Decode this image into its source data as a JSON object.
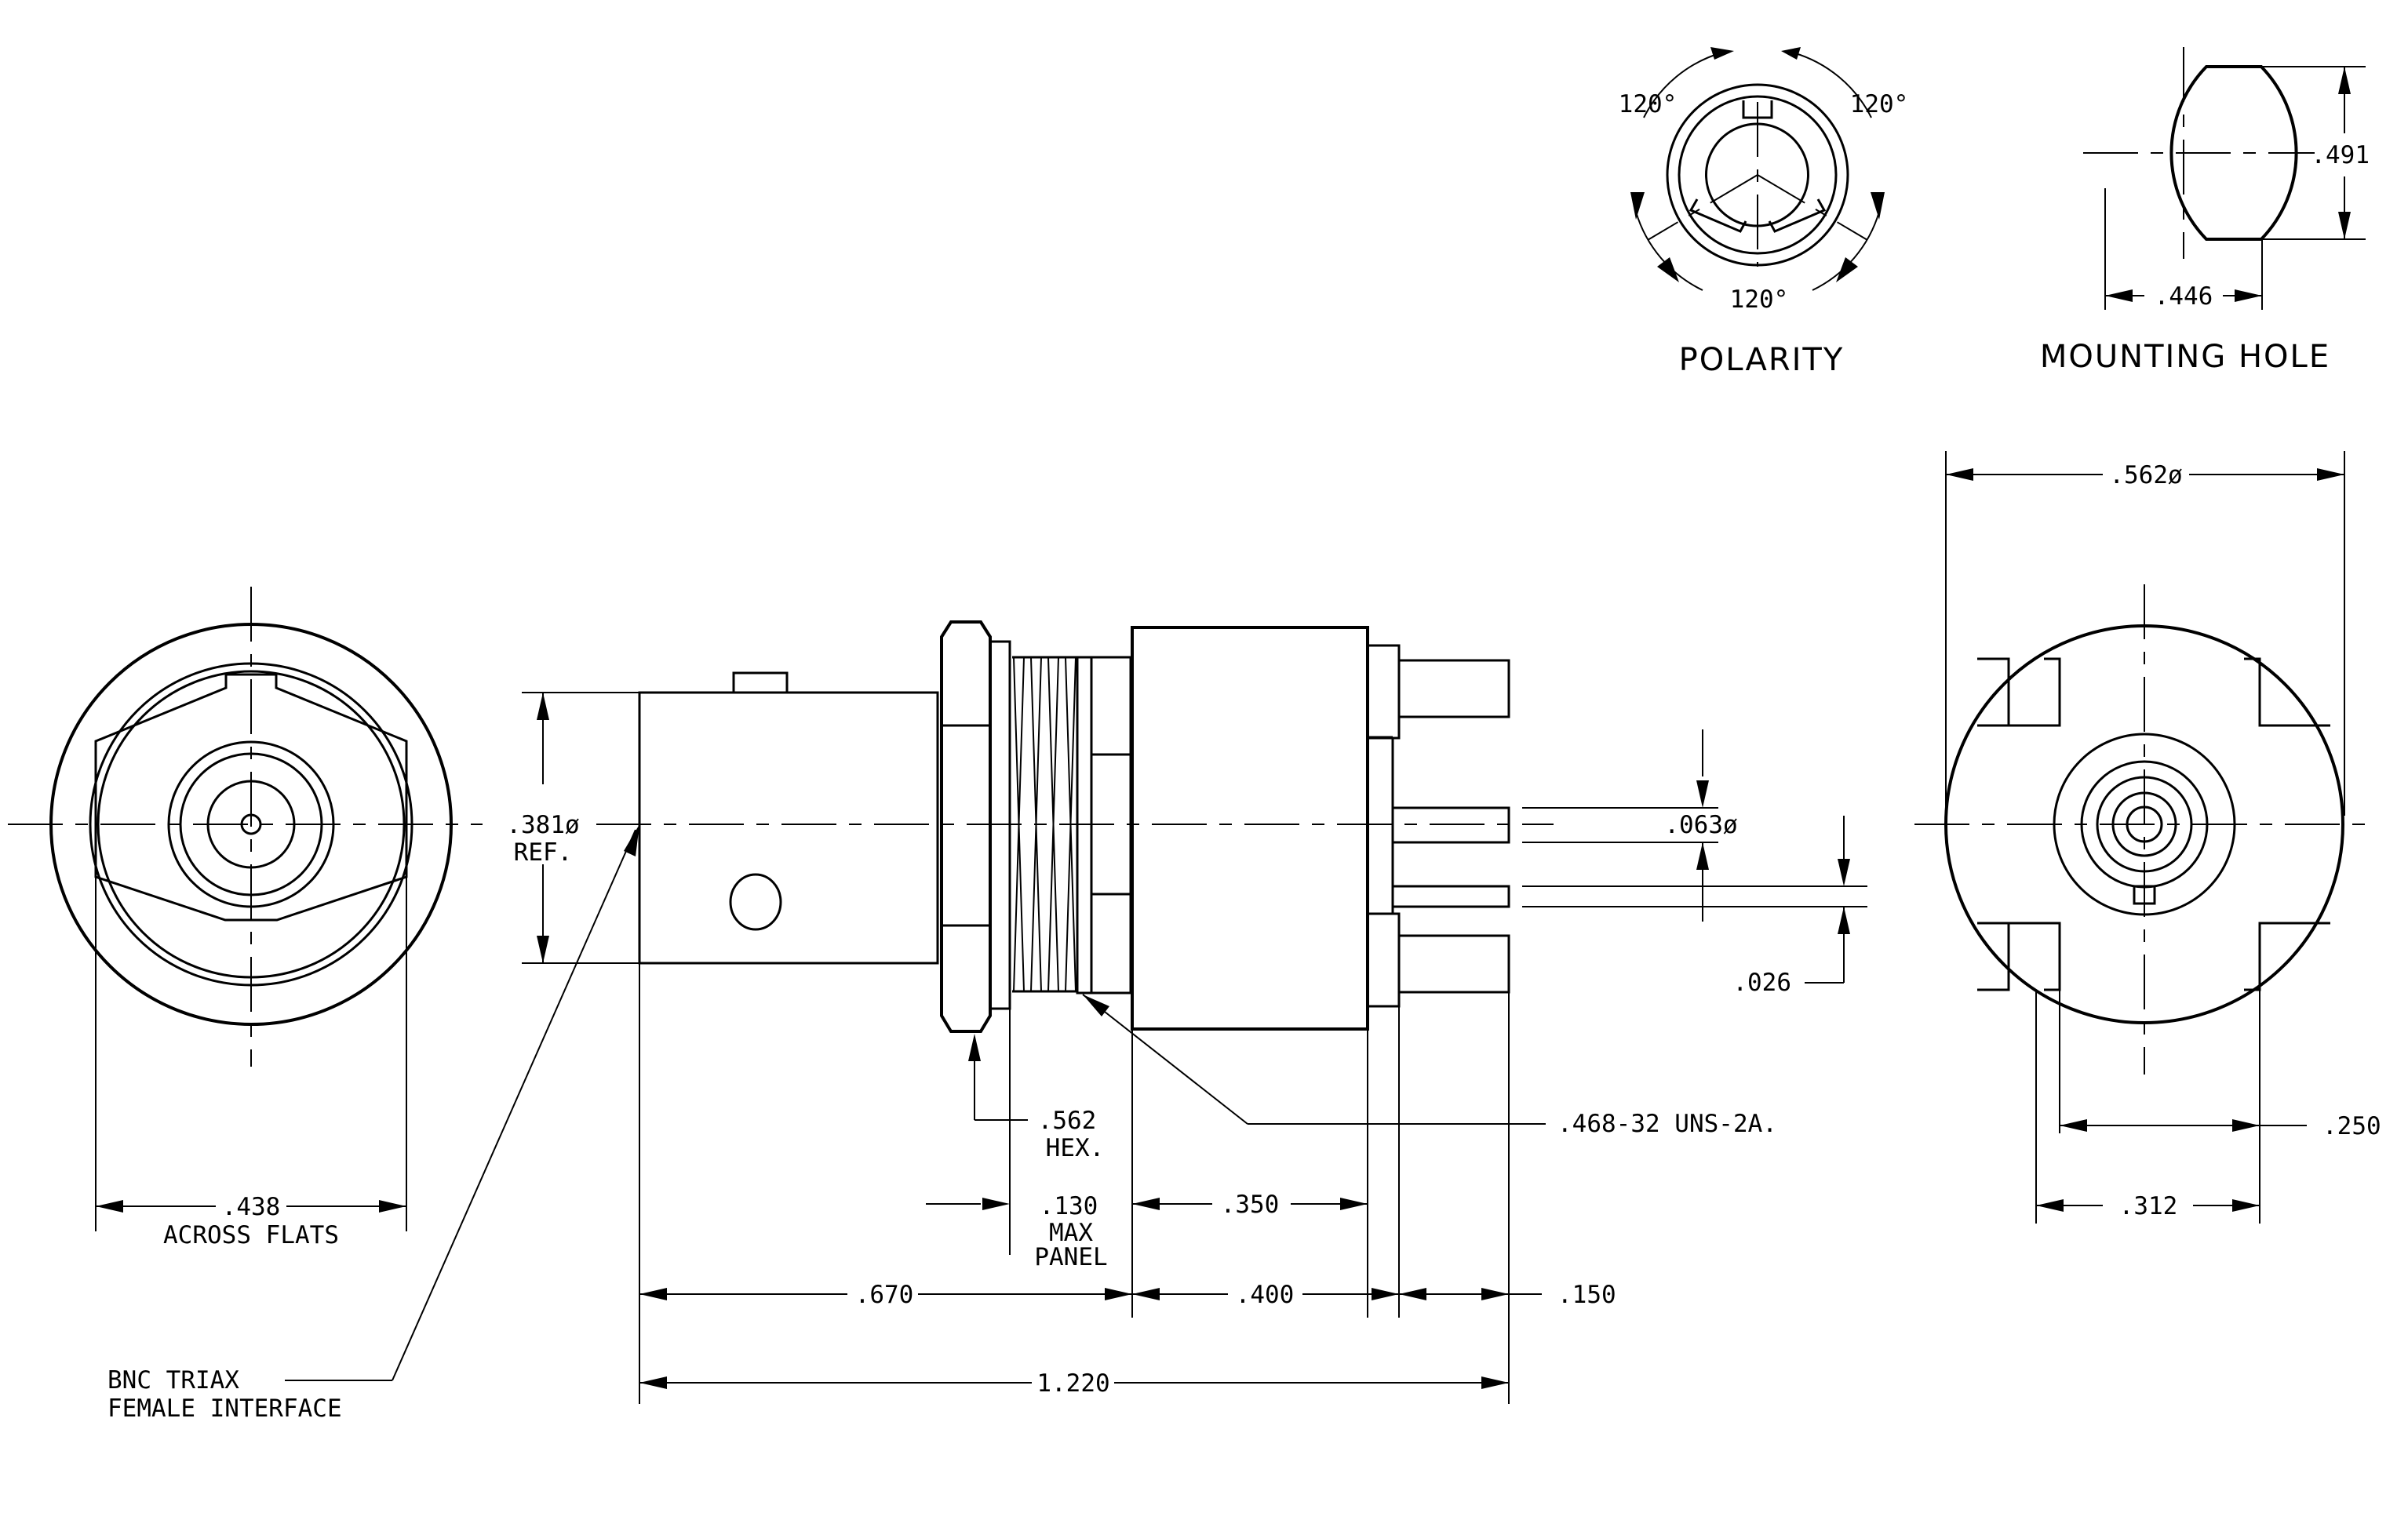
{
  "polarity": {
    "angle_top_left": "120°",
    "angle_top_right": "120°",
    "angle_bottom": "120°",
    "caption": "POLARITY"
  },
  "mounting_hole": {
    "height_dim": ".491",
    "width_dim": ".446",
    "caption": "MOUNTING HOLE"
  },
  "front_view": {
    "across_flats_dim": ".438",
    "across_flats_label": "ACROSS FLATS"
  },
  "side_view": {
    "ref_dia": ".381ø",
    "ref_label": "REF.",
    "interface_label_1": "BNC TRIAX",
    "interface_label_2": "FEMALE INTERFACE",
    "hex_dim": ".562",
    "hex_label": "HEX.",
    "panel_dim": ".130",
    "panel_label_1": "MAX",
    "panel_label_2": "PANEL",
    "thread_callout": ".468-32 UNS-2A.",
    "pin_dia": ".063ø",
    "pin_gap": ".026",
    "len_350": ".350",
    "len_670": ".670",
    "len_400": ".400",
    "len_150": ".150",
    "overall_len": "1.220"
  },
  "rear_view": {
    "body_dia": ".562ø",
    "dim_250": ".250",
    "dim_312": ".312"
  }
}
